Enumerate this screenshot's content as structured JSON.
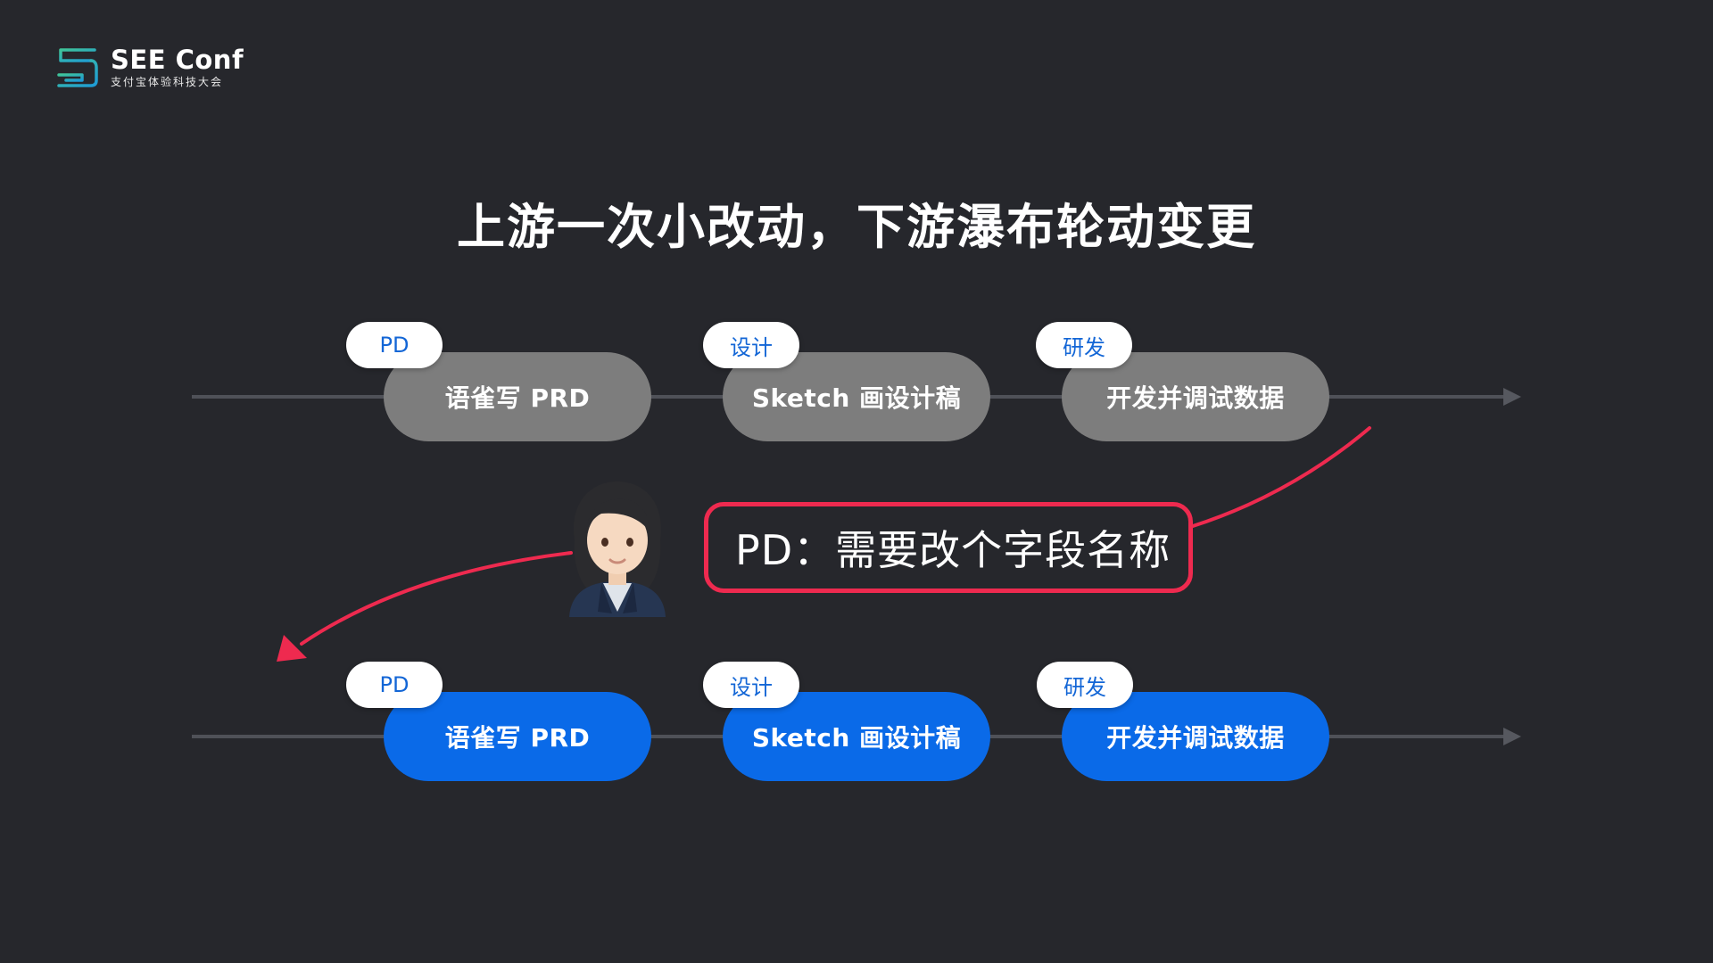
{
  "logo": {
    "title": "SEE Conf",
    "subtitle": "支付宝体验科技大会"
  },
  "title": "上游一次小改动，下游瀑布轮动变更",
  "rows": [
    {
      "style": "gray",
      "steps": [
        {
          "tag": "PD",
          "label": "语雀写 PRD"
        },
        {
          "tag": "设计",
          "label": "Sketch 画设计稿"
        },
        {
          "tag": "研发",
          "label": "开发并调试数据"
        }
      ]
    },
    {
      "style": "blue",
      "steps": [
        {
          "tag": "PD",
          "label": "语雀写 PRD"
        },
        {
          "tag": "设计",
          "label": "Sketch 画设计稿"
        },
        {
          "tag": "研发",
          "label": "开发并调试数据"
        }
      ]
    }
  ],
  "bubble": {
    "text": "PD：需要改个字段名称"
  },
  "avatar": {
    "icon": "woman-office-worker-icon"
  },
  "colors": {
    "background": "#26272c",
    "pill_gray": "#7d7d7d",
    "pill_blue": "#0a6ae8",
    "tag_text": "#1366d6",
    "accent_red": "#ee2a4f",
    "logo_teal": "#29b3a6"
  }
}
